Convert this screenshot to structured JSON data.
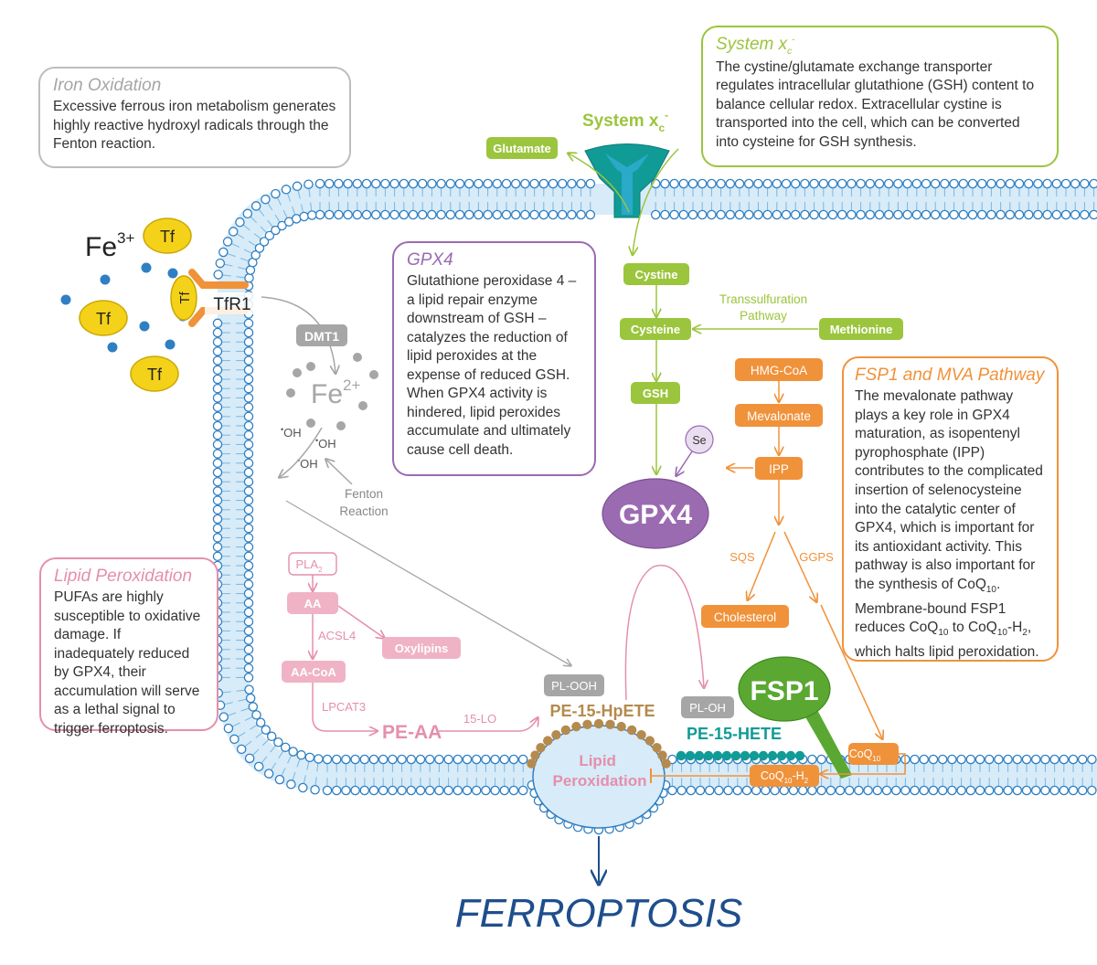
{
  "colors": {
    "membrane_blue": "#2f7fc2",
    "membrane_fill": "#d7ebf8",
    "gray": "#a6a6a6",
    "green": "#9bc53d",
    "orange": "#f0923a",
    "pink": "#e58fab",
    "purple": "#9b6bb1",
    "yellow": "#f5d21a",
    "teal": "#119b96",
    "brown": "#b58a4e",
    "navy": "#1e4e8c"
  },
  "boxes": {
    "iron": {
      "title": "Iron Oxidation",
      "body": "Excessive ferrous iron metabolism generates highly reactive hydroxyl radicals through the Fenton reaction."
    },
    "system": {
      "title_main": "System x",
      "title_sub": "c",
      "title_sup": "-",
      "body": "The cystine/glutamate exchange transporter regulates intracellular glutathione (GSH) content to balance cellular redox. Extracellular cystine is transported into the cell, which can be converted into cysteine for GSH synthesis."
    },
    "gpx4": {
      "title": "GPX4",
      "body": "Glutathione peroxidase 4 – a lipid repair enzyme downstream of GSH – catalyzes the reduction of lipid peroxides at the expense of reduced GSH. When GPX4 activity is hindered, lipid peroxides accumulate and ultimately cause cell death."
    },
    "lipid": {
      "title": "Lipid Peroxidation",
      "body": "PUFAs are highly susceptible to oxidative damage. If inadequately reduced by GPX4, their accumulation will serve as a lethal signal to trigger ferroptosis."
    },
    "fsp1": {
      "title": "FSP1 and MVA Pathway",
      "body_1": "The mevalonate pathway plays a key role in GPX4 maturation, as isopentenyl pyrophosphate (IPP) contributes to the complicated insertion of selenocysteine into the catalytic center of GPX4, which is important for its antioxidant activity.",
      "body_2a": "This pathway is also important for the synthesis of CoQ",
      "body_2b": ". Membrane-bound FSP1 reduces CoQ",
      "body_2c": " to CoQ",
      "body_2d": "-H",
      "body_2e": ", which halts lipid peroxidation.",
      "sub_10": "10",
      "sub_2": "2"
    }
  },
  "iron": {
    "fe3": "Fe",
    "fe3_charge": "3+",
    "tf": "Tf",
    "tfr1": "TfR1",
    "dmt1": "DMT1",
    "fe2": "Fe",
    "fe2_charge": "2+",
    "oh": "OH",
    "radical_dot": "•",
    "fenton": "Fenton Reaction"
  },
  "system_xc": {
    "label_main": "System x",
    "label_sub": "c",
    "label_sup": "-",
    "glutamate": "Glutamate",
    "cystine": "Cystine",
    "cysteine": "Cysteine",
    "gsh": "GSH",
    "methionine": "Methionine",
    "transsulfuration": "Transsulfuration Pathway",
    "se": "Se",
    "gpx4": "GPX4"
  },
  "mva": {
    "hmg_coa": "HMG-CoA",
    "mevalonate": "Mevalonate",
    "ipp": "IPP",
    "sqs": "SQS",
    "ggps": "GGPS",
    "cholesterol": "Cholesterol",
    "fsp1": "FSP1",
    "coq": "CoQ",
    "coq_sub": "10",
    "coqh2_main": "CoQ",
    "coqh2_sub": "10",
    "coqh2_tail": "-H",
    "coqh2_sub2": "2"
  },
  "lipid": {
    "pla2": "PLA",
    "pla2_sub": "2",
    "aa": "AA",
    "acsl4": "ACSL4",
    "oxylipins": "Oxylipins",
    "aa_coa": "AA-CoA",
    "lpcat3": "LPCAT3",
    "pe_aa": "PE-AA",
    "lo15": "15-LO",
    "pl_ooh": "PL-OOH",
    "pe_hpete": "PE-15-HpETE",
    "pl_oh": "PL-OH",
    "pe_hete": "PE-15-HETE",
    "lipid_perox_1": "Lipid",
    "lipid_perox_2": "Peroxidation"
  },
  "outcome": "FERROPTOSIS"
}
